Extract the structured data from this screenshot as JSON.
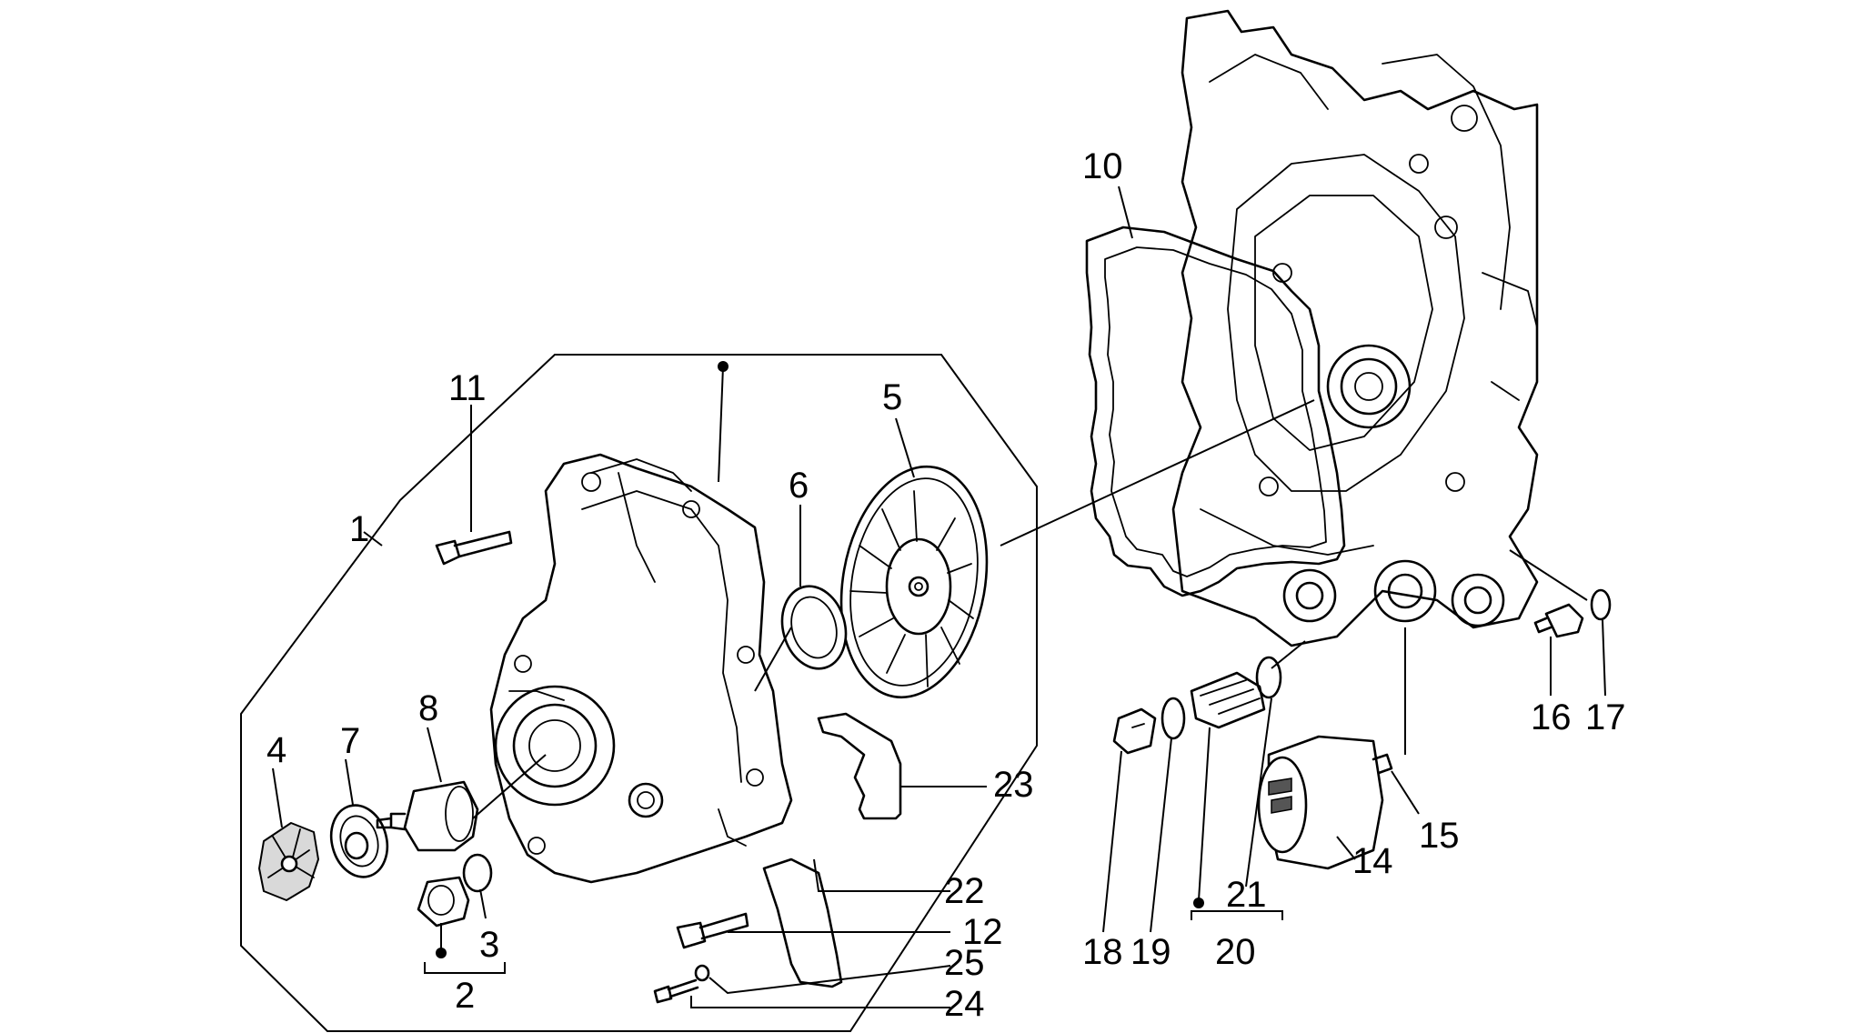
{
  "labels": {
    "l1": "1",
    "l2": "2",
    "l3": "3",
    "l4": "4",
    "l5": "5",
    "l6": "6",
    "l7": "7",
    "l8": "8",
    "l10": "10",
    "l11": "11",
    "l12": "12",
    "l14": "14",
    "l15": "15",
    "l16": "16",
    "l17": "17",
    "l18": "18",
    "l19": "19",
    "l20": "20",
    "l21": "21",
    "l22": "22",
    "l23": "23",
    "l24": "24",
    "l25": "25"
  }
}
